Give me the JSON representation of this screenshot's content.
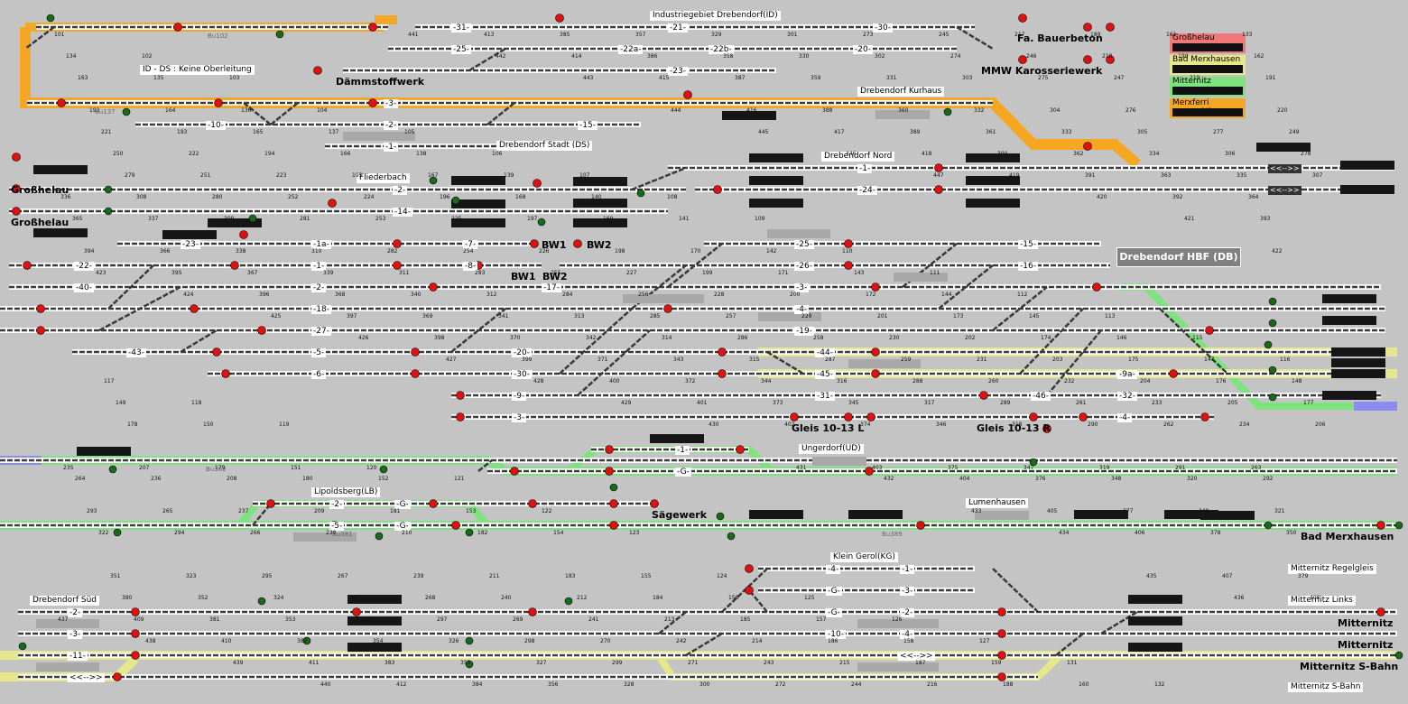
{
  "colors": {
    "background": "#c4c4c4",
    "route_orange": "#f5a623",
    "route_green": "#7ee27e",
    "route_yellow": "#e6e68a",
    "route_blue": "#8c8cf0",
    "signal_red": "#e01010",
    "signal_green": "#1a6a1a"
  },
  "station_title": "Drebendorf HBF (DB)",
  "legend": [
    {
      "name": "Großhelau",
      "color": "#f07878"
    },
    {
      "name": "Bad Merxhausen",
      "color": "#e6e68a"
    },
    {
      "name": "Mitternitz",
      "color": "#7ee27e"
    },
    {
      "name": "Merxferri",
      "color": "#f5a623"
    }
  ],
  "small_labels": [
    "Industriegebiet Drebendorf(ID)",
    "ID - DS : Keine Oberleitung",
    "Drebendorf Kurhaus",
    "Drebendorf Stadt (DS)",
    "Drebendorf Nord",
    "Fliederbach",
    "Ungerdorf(UD)",
    "Lipoldsberg(LB)",
    "Lumenhausen",
    "Klein Gerol(KG)",
    "Drebendorf Süd",
    "Mitternitz Regelgleis",
    "Mitternitz Links",
    "Mitternitz S-Bahn"
  ],
  "bold_labels": [
    "Fa. Bauerbeton",
    "MMW Karosseriewerk",
    "Dämmstoffwerk",
    "Großhelau",
    "Großhelau",
    "BW1",
    "BW2",
    "BW1",
    "BW2",
    "Gleis 10-13 L",
    "Gleis 10-13 R",
    "Sägewerk",
    "Bad Merxhausen",
    "Mitternitz",
    "Mitternitz",
    "Mitternitz S-Bahn"
  ],
  "track_numbers": [
    "-31-",
    "-21-",
    "-30-",
    "-25-",
    "-22a-",
    "-22b-",
    "-20-",
    "-23-",
    "-3-",
    "-2-",
    "-15-",
    "-10-",
    "-1-",
    "-1-",
    "-2-",
    "-24-",
    "-14-",
    "-23-",
    "-1a-",
    "-7-",
    "-25-",
    "-15-",
    "-22-",
    "-1-",
    "-8-",
    "-26-",
    "-16-",
    "-40-",
    "-2-",
    "-17-",
    "-3-",
    "-18-",
    "-4-",
    "-27-",
    "-19-",
    "-43-",
    "-5-",
    "-20-",
    "-44-",
    "-6-",
    "-30-",
    "-45-",
    "-9a-",
    "-9-",
    "-31-",
    "-46-",
    "-32-",
    "-3-",
    "-4-",
    "-1-",
    "-G-",
    "-2-",
    "-G-",
    "-5-",
    "-G-",
    "-4-",
    "-1-",
    "-G-",
    "-3-",
    "-2-",
    "-G-",
    "-2-",
    "-3-",
    "-10-",
    "-4-",
    "-11-",
    "<<-->>",
    "<<-->>"
  ],
  "block_numbers": [
    "101",
    "102",
    "103",
    "104",
    "105",
    "106",
    "107",
    "108",
    "109",
    "110",
    "111",
    "112",
    "113",
    "115",
    "116",
    "117",
    "118",
    "119",
    "120",
    "121",
    "122",
    "123",
    "124",
    "125",
    "126",
    "127",
    "131",
    "132",
    "133",
    "134",
    "135",
    "136",
    "137",
    "138",
    "139",
    "140",
    "141",
    "142",
    "143",
    "144",
    "145",
    "146",
    "147",
    "148",
    "149",
    "150",
    "151",
    "152",
    "153",
    "154",
    "155",
    "156",
    "157",
    "158",
    "159",
    "160",
    "161",
    "162",
    "163",
    "164",
    "165",
    "166",
    "167",
    "168",
    "169",
    "170",
    "171",
    "172",
    "173",
    "174",
    "175",
    "176",
    "177",
    "178",
    "179",
    "180",
    "181",
    "182",
    "183",
    "184",
    "185",
    "186",
    "187",
    "188",
    "189",
    "190",
    "191",
    "192",
    "193",
    "194",
    "195",
    "196",
    "197",
    "198",
    "199",
    "200",
    "201",
    "202",
    "203",
    "204",
    "205",
    "206",
    "207",
    "208",
    "209",
    "210",
    "211",
    "212",
    "213",
    "214",
    "215",
    "216",
    "217",
    "218",
    "219",
    "220",
    "221",
    "222",
    "223",
    "224",
    "225",
    "226",
    "227",
    "228",
    "229",
    "230",
    "231",
    "232",
    "233",
    "234",
    "235",
    "236",
    "237",
    "238",
    "239",
    "240",
    "241",
    "242",
    "243",
    "244",
    "245",
    "246",
    "247",
    "248",
    "249",
    "250",
    "251",
    "252",
    "253",
    "254",
    "255",
    "256",
    "257",
    "258",
    "259",
    "260",
    "261",
    "262",
    "263",
    "264",
    "265",
    "266",
    "267",
    "268",
    "269",
    "270",
    "271",
    "272",
    "273",
    "274",
    "275",
    "276",
    "277",
    "278",
    "279",
    "280",
    "281",
    "282",
    "283",
    "284",
    "285",
    "286",
    "287",
    "288",
    "289",
    "290",
    "291",
    "292",
    "293",
    "294",
    "295",
    "296",
    "297",
    "298",
    "299",
    "300",
    "301",
    "302",
    "303",
    "304",
    "305",
    "306",
    "307",
    "308",
    "309",
    "310",
    "311",
    "312",
    "313",
    "314",
    "315",
    "316",
    "317",
    "318",
    "319",
    "320",
    "321",
    "322",
    "323",
    "324",
    "325",
    "326",
    "327",
    "328",
    "329",
    "330",
    "331",
    "332",
    "333",
    "334",
    "335",
    "336",
    "337",
    "338",
    "339",
    "340",
    "341",
    "342",
    "343",
    "344",
    "345",
    "346",
    "347",
    "348",
    "349",
    "350",
    "351",
    "352",
    "353",
    "354",
    "355",
    "356",
    "357",
    "358",
    "359",
    "360",
    "361",
    "362",
    "363",
    "364",
    "365",
    "366",
    "367",
    "368",
    "369",
    "370",
    "371",
    "372",
    "373",
    "374",
    "375",
    "376",
    "377",
    "378",
    "379",
    "380",
    "381",
    "382",
    "383",
    "384",
    "385",
    "386",
    "387",
    "388",
    "389",
    "390",
    "391",
    "392",
    "393",
    "394",
    "395",
    "396",
    "397",
    "398",
    "399",
    "400",
    "401",
    "402",
    "403",
    "404",
    "405",
    "406",
    "407",
    "408",
    "409",
    "410",
    "411",
    "412",
    "413",
    "414",
    "415",
    "416",
    "417",
    "418",
    "419",
    "420",
    "421",
    "422",
    "423",
    "424",
    "425",
    "426",
    "427",
    "428",
    "429",
    "430",
    "431",
    "432",
    "433",
    "434",
    "435",
    "436",
    "437",
    "438",
    "439",
    "440",
    "441",
    "442",
    "443",
    "444",
    "445",
    "446",
    "447"
  ],
  "bu_labels": [
    "Bu102",
    "Bu137",
    "Bu362",
    "Bu381",
    "Bu389"
  ]
}
